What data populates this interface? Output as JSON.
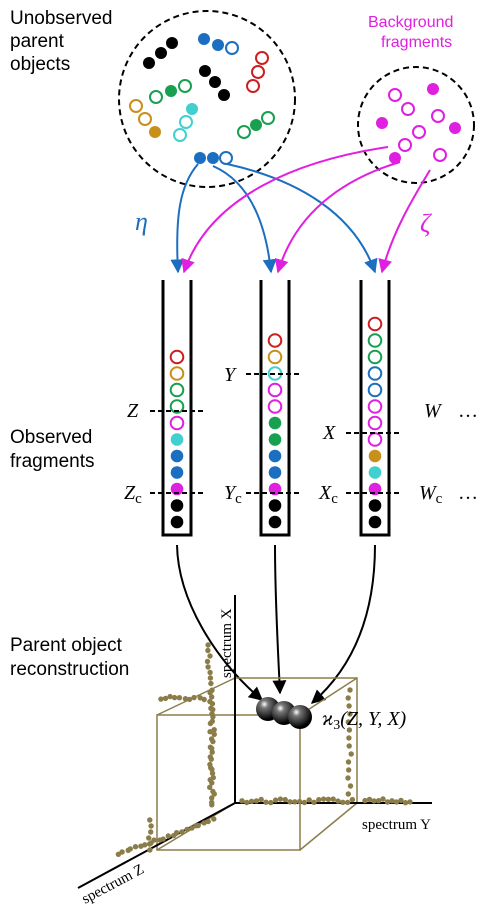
{
  "labels": {
    "parents_line1": "Unobserved",
    "parents_line2": "parent",
    "parents_line3": "objects",
    "background_line1": "Background",
    "background_line2": "fragments",
    "eta": "η",
    "zeta": "ζ",
    "observed_line1": "Observed",
    "observed_line2": "fragments",
    "reconstruction_line1": "Parent object",
    "reconstruction_line2": "reconstruction"
  },
  "cuts": {
    "Z": "Z",
    "Zc_main": "Z",
    "Zc_sub": "c",
    "Y": "Y",
    "Yc_main": "Y",
    "Yc_sub": "c",
    "X": "X",
    "Xc_main": "X",
    "Xc_sub": "c",
    "W": "W",
    "Wc_main": "W",
    "Wc_sub": "c",
    "ellipsis": "…"
  },
  "axes": {
    "x": "spectrum X",
    "y": "spectrum Y",
    "z": "spectrum Z",
    "kappa": "ϰ",
    "kappa_sub": "3",
    "kappa_args": "(Z, Y, X)"
  },
  "colors": {
    "red": "#cc2020",
    "gold": "#c8901a",
    "green": "#18a050",
    "cyan": "#40d0d0",
    "blue": "#1c6fc0",
    "magenta": "#e020e0",
    "black": "#000000",
    "olive": "#8b7d4a",
    "arrow_blue": "#1c6fc0",
    "arrow_magenta": "#e020e0"
  },
  "tubes": [
    {
      "dots": [
        [
          "red",
          0
        ],
        [
          "gold",
          0
        ],
        [
          "green",
          0
        ],
        [
          "green",
          0
        ],
        [
          "magenta",
          0
        ],
        [
          "cyan",
          1
        ],
        [
          "blue",
          1
        ],
        [
          "blue",
          1
        ],
        [
          "magenta",
          1
        ],
        [
          "black",
          1
        ],
        [
          "black",
          1
        ]
      ]
    },
    {
      "dots": [
        [
          "red",
          0
        ],
        [
          "gold",
          0
        ],
        [
          "cyan",
          0
        ],
        [
          "magenta",
          0
        ],
        [
          "magenta",
          0
        ],
        [
          "green",
          1
        ],
        [
          "green",
          1
        ],
        [
          "blue",
          1
        ],
        [
          "blue",
          1
        ],
        [
          "magenta",
          1
        ],
        [
          "black",
          1
        ],
        [
          "black",
          1
        ]
      ]
    },
    {
      "dots": [
        [
          "red",
          0
        ],
        [
          "green",
          0
        ],
        [
          "green",
          0
        ],
        [
          "blue",
          0
        ],
        [
          "blue",
          0
        ],
        [
          "magenta",
          0
        ],
        [
          "magenta",
          0
        ],
        [
          "magenta",
          0
        ],
        [
          "gold",
          1
        ],
        [
          "cyan",
          1
        ],
        [
          "magenta",
          1
        ],
        [
          "black",
          1
        ],
        [
          "black",
          1
        ]
      ]
    }
  ]
}
